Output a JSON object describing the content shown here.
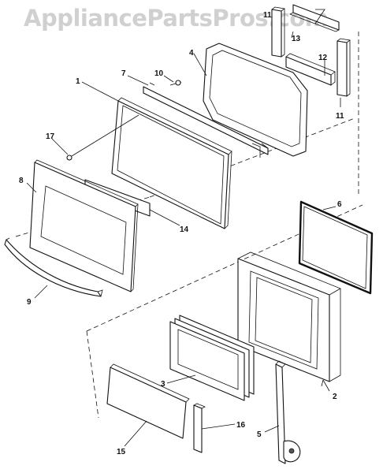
{
  "watermark": "AppliancePartsPros.com",
  "callouts": {
    "c1": "1",
    "c2": "2",
    "c3": "3",
    "c4": "4",
    "c5": "5",
    "c6": "6",
    "c7": "7",
    "c8": "8",
    "c9": "9",
    "c10": "10",
    "c11a": "11",
    "c11b": "11",
    "c12": "12",
    "c13": "13",
    "c14": "14",
    "c15": "15",
    "c16": "16",
    "c17": "17"
  }
}
